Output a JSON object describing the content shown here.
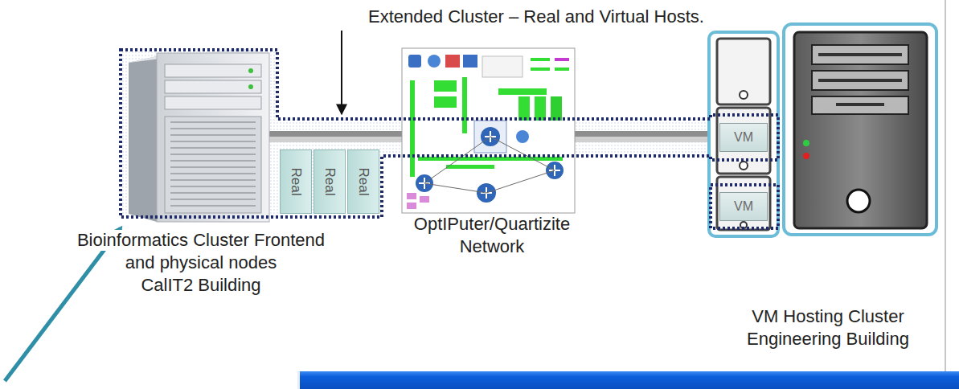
{
  "diagram": {
    "title": "Extended Cluster – Real and Virtual Hosts.",
    "nodes": [
      {
        "text": [
          "Real"
        ]
      },
      {
        "text": [
          "Real"
        ]
      },
      {
        "text": [
          "Real"
        ]
      },
      {
        "text": [
          "VM"
        ]
      },
      {
        "text": [
          "VM"
        ]
      }
    ],
    "labels": [
      "OptIPuter/Quartizite",
      "Network",
      "Bioinformatics Cluster Frontend",
      "and physical nodes",
      "CalIT2 Building",
      "VM Hosting Cluster",
      "Engineering Building"
    ]
  }
}
